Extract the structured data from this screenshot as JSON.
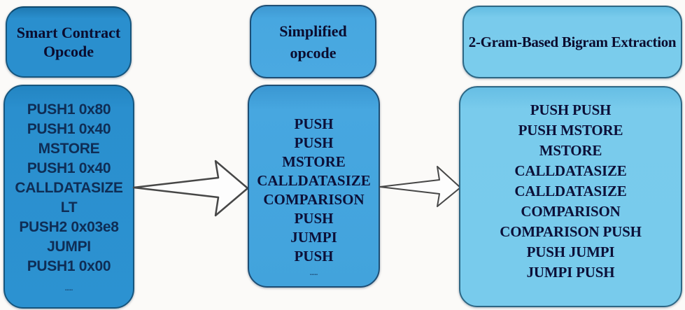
{
  "diagram": {
    "title_hint": "Smart contract opcode simplification and bigram extraction flow",
    "columns": [
      {
        "header_line1": "Smart Contract",
        "header_line2": "Opcode",
        "lines": [
          "PUSH1 0x80",
          "PUSH1 0x40",
          "MSTORE",
          "PUSH1 0x40",
          "CALLDATASIZE",
          "LT",
          "PUSH2 0x03e8",
          "JUMPI",
          "PUSH1 0x00"
        ],
        "more_marker": "....."
      },
      {
        "header_line1": "Simplified",
        "header_line2": "opcode",
        "lines": [
          "PUSH",
          "PUSH",
          "MSTORE",
          "CALLDATASIZE",
          "COMPARISON",
          "PUSH",
          "JUMPI",
          "PUSH"
        ],
        "more_marker": "....."
      },
      {
        "header_line1": "2-Gram-Based Bigram Extraction",
        "header_line2": "",
        "lines": [
          "PUSH PUSH",
          "PUSH MSTORE",
          "MSTORE",
          "CALLDATASIZE",
          "CALLDATASIZE",
          "COMPARISON",
          "COMPARISON PUSH",
          "PUSH JUMPI",
          "JUMPI PUSH"
        ],
        "more_marker": ""
      }
    ],
    "colors": {
      "page_bg": "#fbfaf8",
      "box1_fill": "#2a8fce",
      "box2_fill": "#47a7e0",
      "box3_fill": "#79cbec",
      "header_text": "#0b0c2e",
      "serif_text": "#0c1038",
      "box1_text": "#0f2d55",
      "arrow_stroke": "#474747",
      "arrow_fill": "#fdfdfd"
    }
  }
}
